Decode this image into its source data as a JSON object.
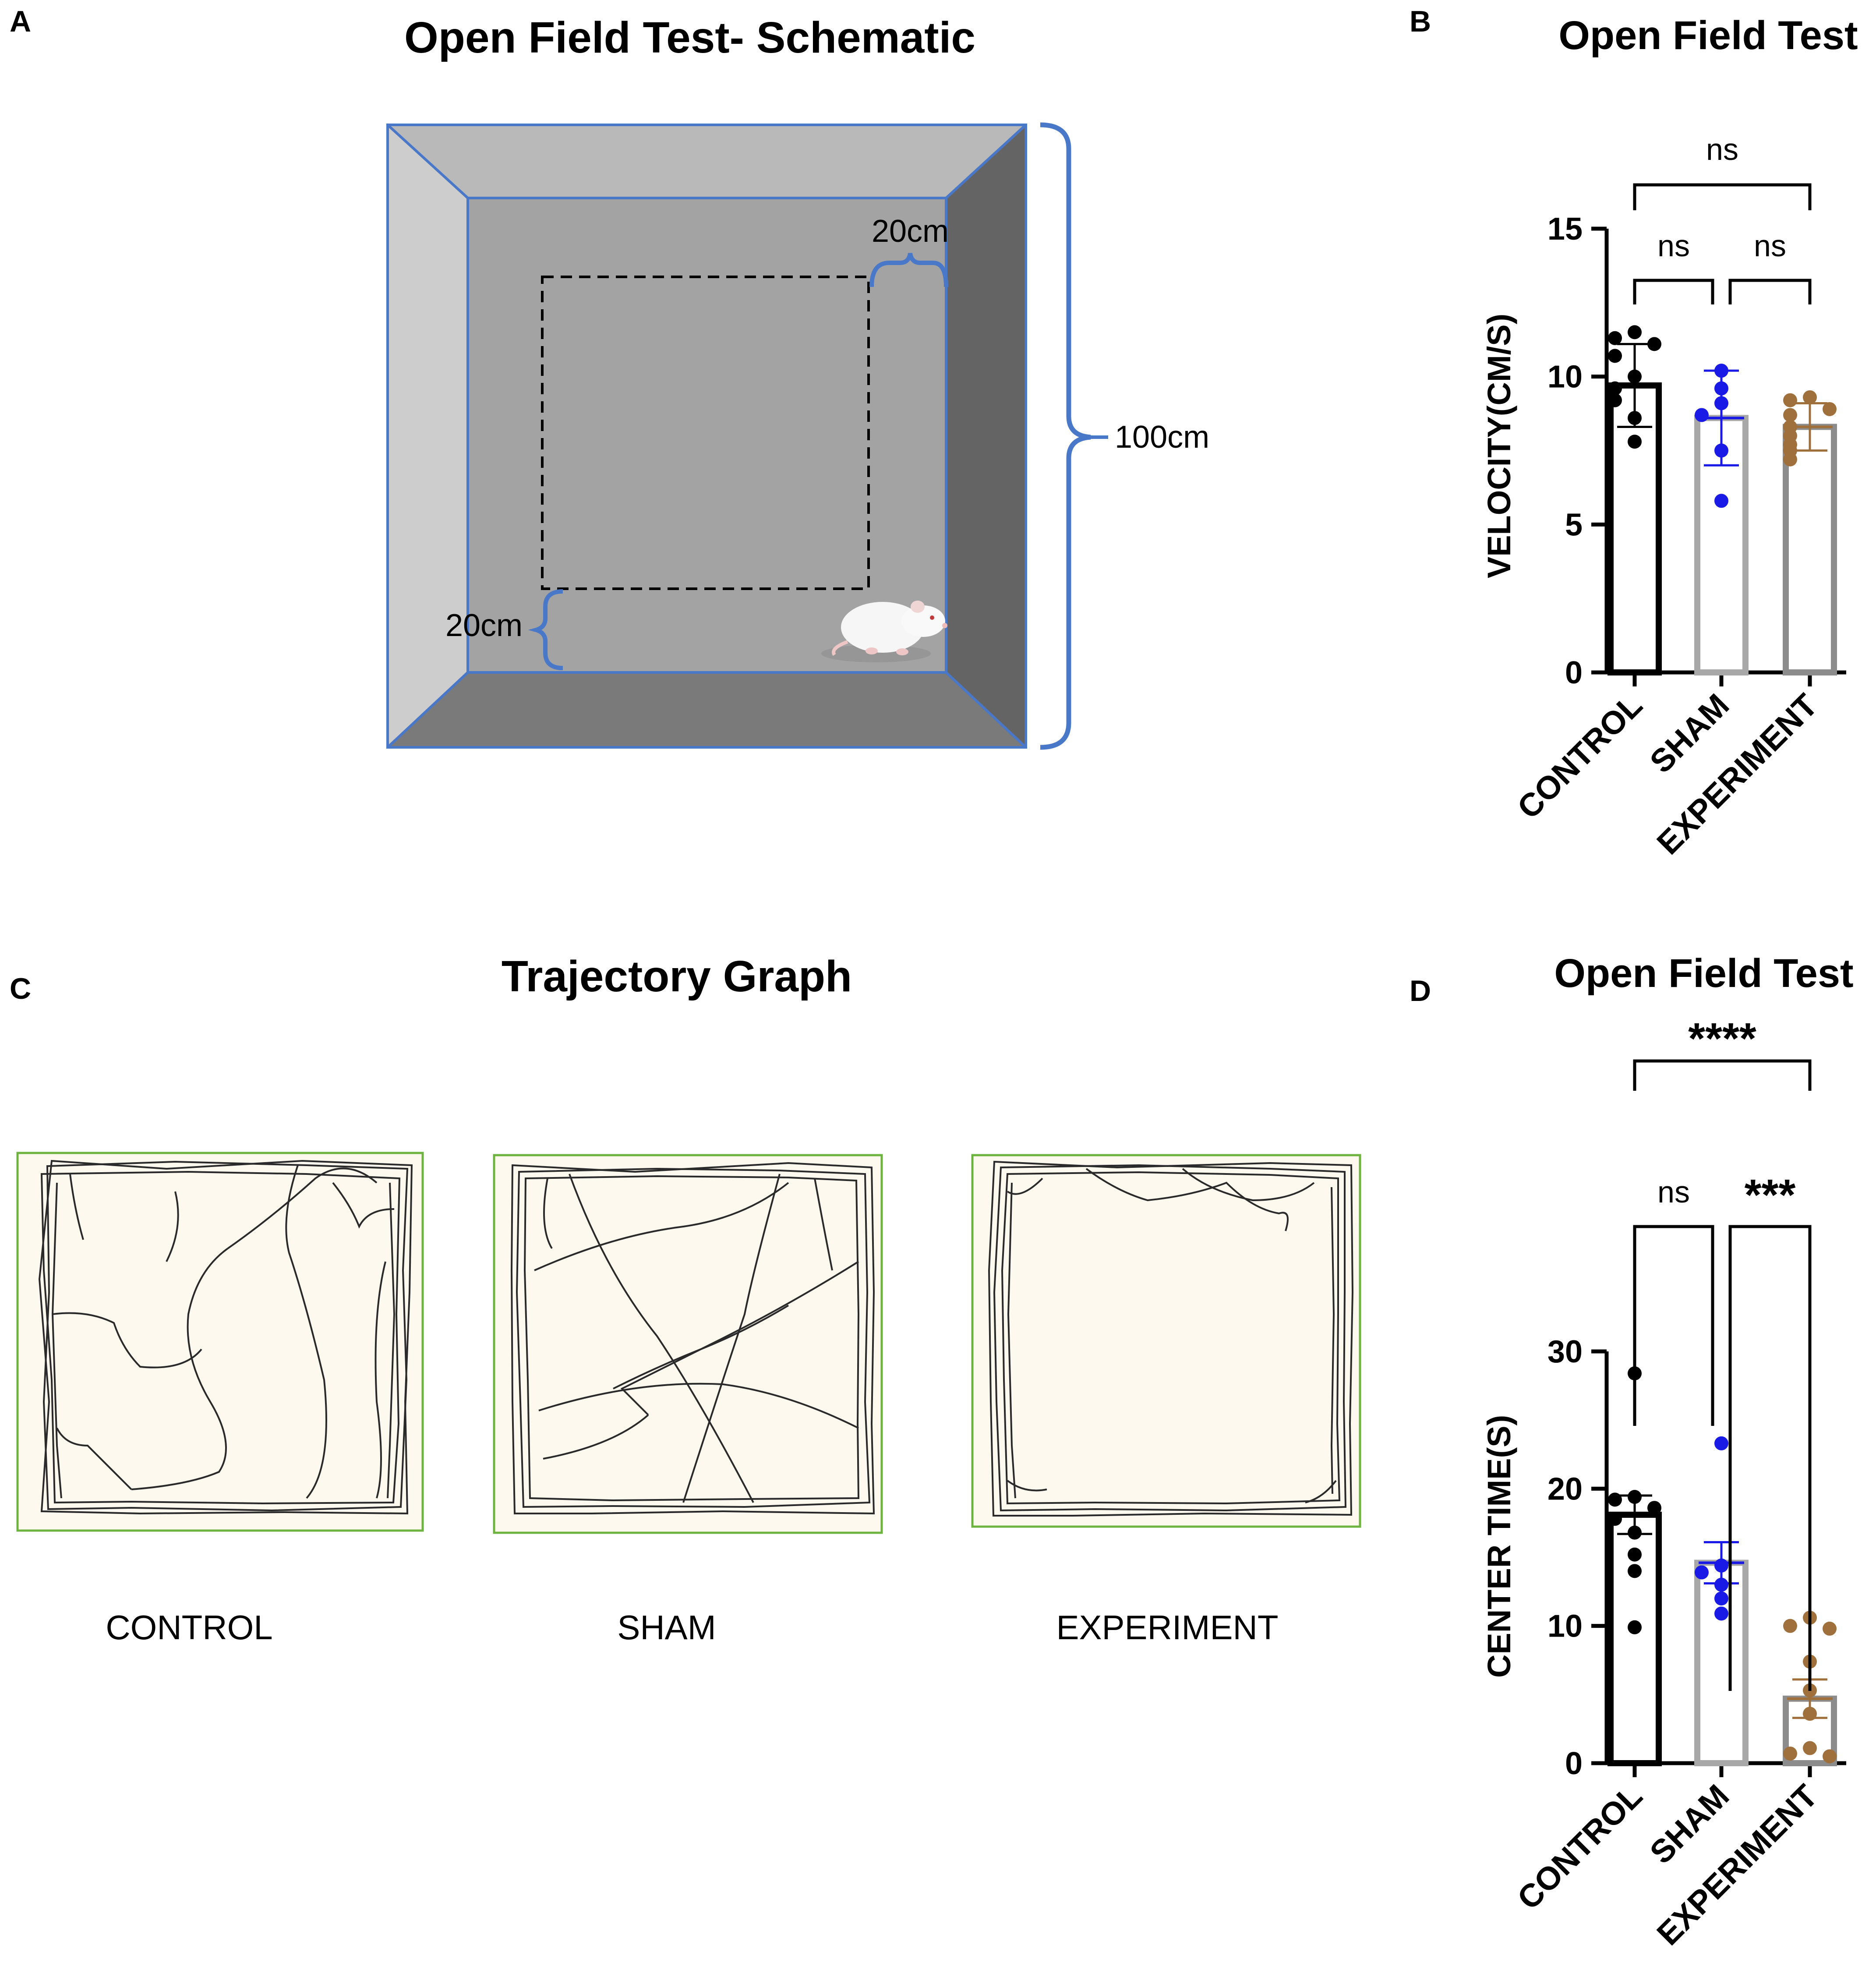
{
  "panels": {
    "a": {
      "letter": "A",
      "title": "Open Field Test- Schematic",
      "inner_dim_top": "20cm",
      "inner_dim_left": "20cm",
      "outer_dim": "100cm"
    },
    "c": {
      "letter": "C",
      "title": "Trajectory Graph",
      "groups": [
        "CONTROL",
        "SHAM",
        "EXPERIMENT"
      ]
    }
  },
  "colors": {
    "control": "#000000",
    "sham_points": "#1a1ae6",
    "sham_bar": "#a8a8a8",
    "experiment_points": "#a0703c",
    "experiment_bar": "#8c8c8c",
    "schematic_outline": "#4a78c8",
    "arena_border": "#6db33f",
    "arena_fill": "#fdf9ef"
  },
  "chart_data": [
    {
      "panel": "B",
      "type": "bar",
      "title": "Open Field Test",
      "categories": [
        "CONTROL",
        "SHAM",
        "EXPERIMENT"
      ],
      "ylabel": "VELOCITY(CM/S)",
      "ylim": [
        0,
        15
      ],
      "yticks": [
        0,
        5,
        10,
        15
      ],
      "series": [
        {
          "means": [
            9.7,
            8.6,
            8.3
          ],
          "errors": [
            1.4,
            1.6,
            0.8
          ],
          "points": [
            [
              11.5,
              11.3,
              11.1,
              10.7,
              10.0,
              9.6,
              9.2,
              8.6,
              7.8
            ],
            [
              10.2,
              9.6,
              9.1,
              8.7,
              7.5,
              5.8
            ],
            [
              9.3,
              9.2,
              8.9,
              8.7,
              8.3,
              8.0,
              7.7,
              7.5,
              7.2
            ]
          ]
        }
      ],
      "significance": [
        {
          "from": 0,
          "to": 2,
          "label": "ns"
        },
        {
          "from": 0,
          "to": 1,
          "label": "ns"
        },
        {
          "from": 1,
          "to": 2,
          "label": "ns"
        }
      ],
      "grid": false
    },
    {
      "panel": "D",
      "type": "bar",
      "title": "Open Field Test",
      "categories": [
        "CONTROL",
        "SHAM",
        "EXPERIMENT"
      ],
      "ylabel": "CENTER TIME(S)",
      "ylim": [
        0,
        30
      ],
      "yticks": [
        0,
        10,
        20,
        30
      ],
      "series": [
        {
          "means": [
            18.1,
            14.6,
            4.7
          ],
          "errors": [
            1.4,
            1.5,
            1.4
          ],
          "points": [
            [
              28.4,
              19.4,
              19.2,
              18.6,
              17.8,
              16.8,
              15.2,
              14.0,
              9.9
            ],
            [
              23.3,
              14.4,
              13.9,
              13.0,
              12.0,
              10.9
            ],
            [
              10.6,
              10.0,
              9.8,
              7.4,
              5.3,
              3.6,
              1.1,
              0.7,
              0.5
            ]
          ]
        }
      ],
      "significance": [
        {
          "from": 0,
          "to": 2,
          "label": "****"
        },
        {
          "from": 0,
          "to": 1,
          "label": "ns"
        },
        {
          "from": 1,
          "to": 2,
          "label": "***"
        }
      ],
      "grid": false
    }
  ]
}
